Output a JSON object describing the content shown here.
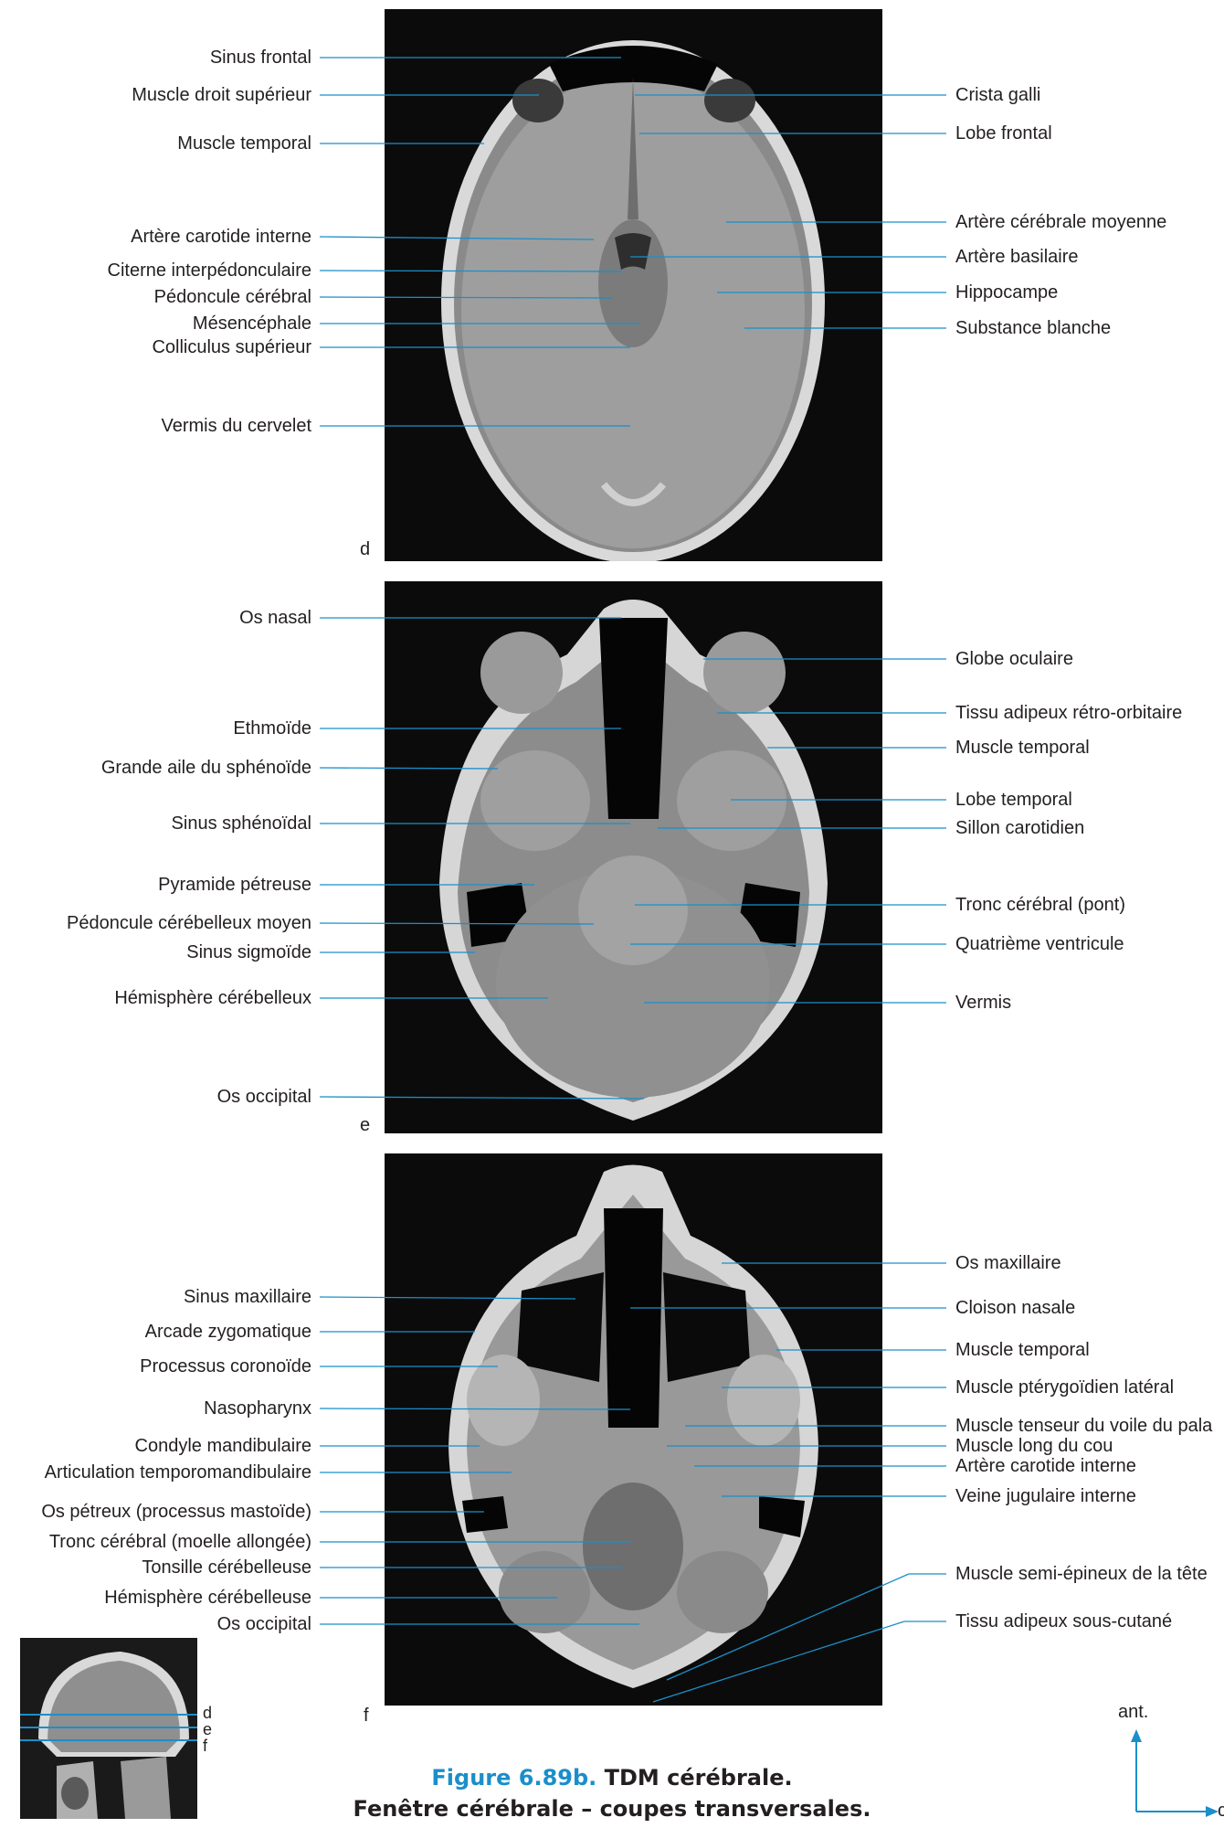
{
  "panels": [
    {
      "letter": "d",
      "left_labels": [
        {
          "text": "Sinus frontal"
        },
        {
          "text": "Muscle droit supérieur"
        },
        {
          "text": "Muscle temporal"
        },
        {
          "text": "Artère carotide  interne"
        },
        {
          "text": "Citerne interpédonculaire"
        },
        {
          "text": "Pédoncule cérébral"
        },
        {
          "text": "Mésencéphale"
        },
        {
          "text": "Colliculus supérieur"
        },
        {
          "text": "Vermis du cervelet"
        }
      ],
      "right_labels": [
        {
          "text": "Crista galli"
        },
        {
          "text": "Lobe frontal"
        },
        {
          "text": "Artère cérébrale moyenne"
        },
        {
          "text": "Artère basilaire"
        },
        {
          "text": "Hippocampe"
        },
        {
          "text": "Substance blanche"
        }
      ]
    },
    {
      "letter": "e",
      "left_labels": [
        {
          "text": "Os nasal"
        },
        {
          "text": "Ethmoïde"
        },
        {
          "text": "Grande aile du sphénoïde"
        },
        {
          "text": "Sinus sphénoïdal"
        },
        {
          "text": "Pyramide pétreuse"
        },
        {
          "text": "Pédoncule cérébelleux moyen"
        },
        {
          "text": "Sinus sigmoïde"
        },
        {
          "text": "Hémisphère cérébelleux"
        },
        {
          "text": "Os occipital"
        }
      ],
      "right_labels": [
        {
          "text": "Globe oculaire"
        },
        {
          "text": "Tissu adipeux rétro-orbitaire"
        },
        {
          "text": "Muscle temporal"
        },
        {
          "text": "Lobe temporal"
        },
        {
          "text": "Sillon carotidien"
        },
        {
          "text": "Tronc cérébral (pont)"
        },
        {
          "text": "Quatrième ventricule"
        },
        {
          "text": "Vermis"
        }
      ]
    },
    {
      "letter": "f",
      "left_labels": [
        {
          "text": "Sinus maxillaire"
        },
        {
          "text": "Arcade zygomatique"
        },
        {
          "text": "Processus coronoïde"
        },
        {
          "text": "Nasopharynx"
        },
        {
          "text": "Condyle mandibulaire"
        },
        {
          "text": "Articulation temporomandibulaire"
        },
        {
          "text": "Os pétreux (processus mastoïde)"
        },
        {
          "text": "Tronc cérébral (moelle allongée)"
        },
        {
          "text": "Tonsille cérébelleuse"
        },
        {
          "text": "Hémisphère cérébelleuse"
        },
        {
          "text": "Os occipital"
        }
      ],
      "right_labels": [
        {
          "text": "Os maxillaire"
        },
        {
          "text": "Cloison nasale"
        },
        {
          "text": "Muscle temporal"
        },
        {
          "text": "Muscle ptérygoïdien latéral"
        },
        {
          "text": "Muscle tenseur du voile du pala"
        },
        {
          "text": "Muscle long du cou"
        },
        {
          "text": "Artère carotide interne"
        },
        {
          "text": "Veine jugulaire interne"
        },
        {
          "text": "Muscle semi-épineux de la tête"
        },
        {
          "text": "Tissu adipeux sous-cutané"
        }
      ]
    }
  ],
  "thumbnail_letters": [
    "d",
    "e",
    "f"
  ],
  "orientation": {
    "label": "ant.",
    "partial_label": "c"
  },
  "caption": {
    "figure": "Figure 6.89b.",
    "title": "TDM cérébrale.",
    "subtitle": "Fenêtre cérébrale – coupes transversales."
  },
  "colors": {
    "leader": "#1a8fc9",
    "text": "#231f20",
    "ct_bg": "#0b0b0b"
  }
}
